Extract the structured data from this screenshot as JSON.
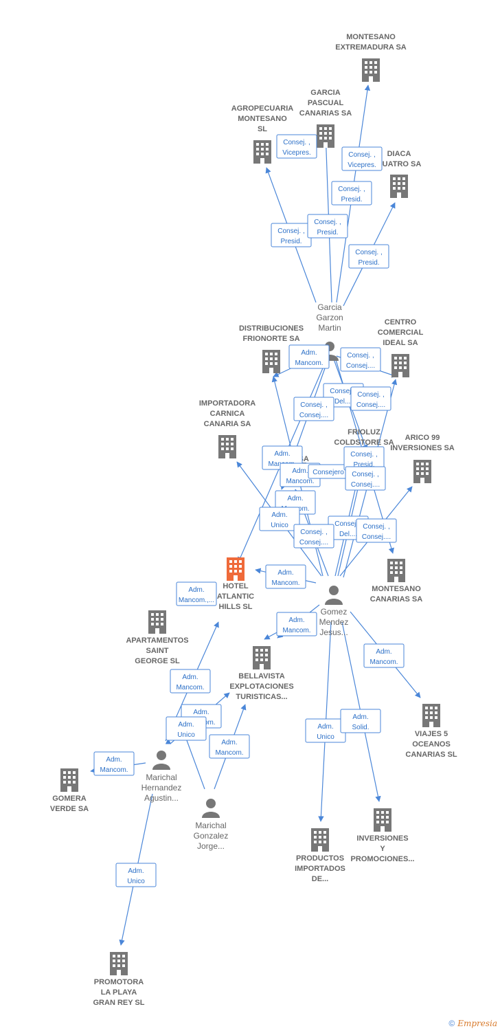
{
  "colors": {
    "edge": "#4a86d8",
    "building": "#777777",
    "highlight": "#ef6a3a",
    "person": "#777777"
  },
  "nodes": [
    {
      "id": "montesano_extremadura",
      "type": "company",
      "lines": [
        "MONTESANO",
        "EXTREMADURA SA"
      ]
    },
    {
      "id": "garcia_pascual",
      "type": "company",
      "lines": [
        "GARCIA",
        "PASCUAL",
        "CANARIAS SA"
      ]
    },
    {
      "id": "agropecuaria",
      "type": "company",
      "lines": [
        "AGROPECUARIA",
        "MONTESANO",
        "SL"
      ]
    },
    {
      "id": "diaca",
      "type": "company",
      "lines": [
        "DIACA",
        "CUATRO SA"
      ]
    },
    {
      "id": "garcia_garzon",
      "type": "person",
      "lines": [
        "Garcia",
        "Garzon",
        "Martin"
      ]
    },
    {
      "id": "distribuciones",
      "type": "company",
      "lines": [
        "DISTRIBUCIONES",
        "FRIONORTE SA"
      ]
    },
    {
      "id": "centro_comercial",
      "type": "company",
      "lines": [
        "CENTRO",
        "COMERCIAL",
        "IDEAL SA"
      ]
    },
    {
      "id": "importadora",
      "type": "company",
      "lines": [
        "IMPORTADORA",
        "CARNICA",
        "CANARIA SA"
      ]
    },
    {
      "id": "frioluz",
      "type": "company",
      "lines": [
        "FRIOLUZ",
        "COLDSTORE SA"
      ]
    },
    {
      "id": "arico",
      "type": "company",
      "lines": [
        "ARICO 99",
        "INVERSIONES SA"
      ]
    },
    {
      "id": "de_sa",
      "type": "company",
      "lines": [
        "DE SA"
      ]
    },
    {
      "id": "hotel",
      "type": "company",
      "highlight": true,
      "lines": [
        "HOTEL",
        "ATLANTIC",
        "HILLS SL"
      ]
    },
    {
      "id": "montesano_canarias",
      "type": "company",
      "lines": [
        "MONTESANO",
        "CANARIAS SA"
      ]
    },
    {
      "id": "gomez",
      "type": "person",
      "lines": [
        "Gomez",
        "Mendez",
        "Jesus..."
      ]
    },
    {
      "id": "apartamentos",
      "type": "company",
      "lines": [
        "APARTAMENTOS",
        "SAINT",
        "GEORGE SL"
      ]
    },
    {
      "id": "bellavista",
      "type": "company",
      "lines": [
        "BELLAVISTA",
        "EXPLOTACIONES",
        "TURISTICAS..."
      ]
    },
    {
      "id": "viajes",
      "type": "company",
      "lines": [
        "VIAJES 5",
        "OCEANOS",
        "CANARIAS SL"
      ]
    },
    {
      "id": "marichal_hernandez",
      "type": "person",
      "lines": [
        "Marichal",
        "Hernandez",
        "Agustin..."
      ]
    },
    {
      "id": "gomera",
      "type": "company",
      "lines": [
        "GOMERA",
        "VERDE SA"
      ]
    },
    {
      "id": "marichal_gonzalez",
      "type": "person",
      "lines": [
        "Marichal",
        "Gonzalez",
        "Jorge..."
      ]
    },
    {
      "id": "productos",
      "type": "company",
      "lines": [
        "PRODUCTOS",
        "IMPORTADOS",
        "DE..."
      ]
    },
    {
      "id": "inversiones",
      "type": "company",
      "lines": [
        "INVERSIONES",
        "Y",
        "PROMOCIONES..."
      ]
    },
    {
      "id": "promotora",
      "type": "company",
      "lines": [
        "PROMOTORA",
        "LA PLAYA",
        "GRAN REY SL"
      ]
    }
  ],
  "edge_labels": [
    {
      "lines": [
        "Consej. ,",
        "Vicepres."
      ]
    },
    {
      "lines": [
        "Consej. ,",
        "Vicepres."
      ]
    },
    {
      "lines": [
        "Consej. ,",
        "Presid."
      ]
    },
    {
      "lines": [
        "Consej. ,",
        "Presid."
      ]
    },
    {
      "lines": [
        "Consej. ,",
        "Presid."
      ]
    },
    {
      "lines": [
        "Consej. ,",
        "Presid."
      ]
    },
    {
      "lines": [
        "Adm.",
        "Mancom."
      ]
    },
    {
      "lines": [
        "Consej. ,",
        "Consej...."
      ]
    },
    {
      "lines": [
        "Consej. ,",
        "Del...."
      ]
    },
    {
      "lines": [
        "Consej. ,",
        "Consej...."
      ]
    },
    {
      "lines": [
        "Consej. ,",
        "Consej...."
      ]
    },
    {
      "lines": [
        "Adm.",
        "Mancom."
      ]
    },
    {
      "lines": [
        "Adm.",
        "Mancom."
      ]
    },
    {
      "lines": [
        "Consejero"
      ]
    },
    {
      "lines": [
        "Consej. ,",
        "Presid."
      ]
    },
    {
      "lines": [
        "Consej. ,",
        "Consej...."
      ]
    },
    {
      "lines": [
        "Adm.",
        "Mancom."
      ]
    },
    {
      "lines": [
        "Adm.",
        "Unico"
      ]
    },
    {
      "lines": [
        "Consej. ,",
        "Del...."
      ]
    },
    {
      "lines": [
        "Consej. ,",
        "Consej...."
      ]
    },
    {
      "lines": [
        "Consej. ,",
        "Consej...."
      ]
    },
    {
      "lines": [
        "Adm.",
        "Mancom."
      ]
    },
    {
      "lines": [
        "Adm.",
        "Mancom.,..."
      ]
    },
    {
      "lines": [
        "Adm.",
        "Mancom."
      ]
    },
    {
      "lines": [
        "Adm.",
        "Mancom."
      ]
    },
    {
      "lines": [
        "Adm.",
        "Mancom."
      ]
    },
    {
      "lines": [
        "Adm.",
        "Unico"
      ]
    },
    {
      "lines": [
        "Adm.",
        "Mancom."
      ]
    },
    {
      "lines": [
        "Adm.",
        "Mancom."
      ]
    },
    {
      "lines": [
        "Adm.",
        "Mancom."
      ]
    },
    {
      "lines": [
        "Adm.",
        "Unico"
      ]
    },
    {
      "lines": [
        "Adm.",
        "Solid."
      ]
    },
    {
      "lines": [
        "Adm.",
        "Unico"
      ]
    }
  ],
  "footer": {
    "copyright": "©",
    "brand": "Empresia"
  }
}
